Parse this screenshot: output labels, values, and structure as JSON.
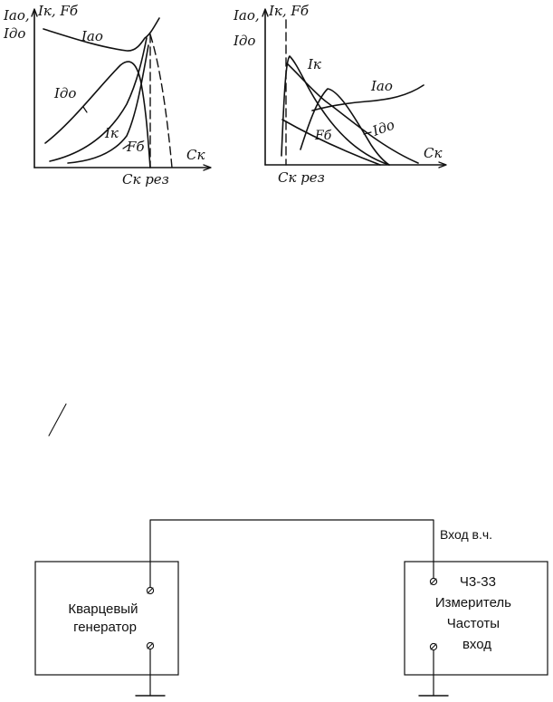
{
  "chart_left": {
    "y_label_1": "Iао,",
    "y_label_2": "Iдо",
    "y_label_3": "Iк, Fб",
    "x_label": "Cк",
    "x_marker_label": "Cк рез",
    "curve_labels": {
      "iao": "Iао",
      "ido": "Iдо",
      "ik": "Iк",
      "fb": "Fб"
    }
  },
  "chart_right": {
    "y_label_1": "Iао,",
    "y_label_2": "Iдо",
    "y_label_3": "Iк, Fб",
    "x_label": "Cк",
    "x_marker_label": "Cк рез",
    "curve_labels": {
      "iao": "Iао",
      "ido": "Iдо",
      "ik": "Iк",
      "fb": "Fб"
    }
  },
  "schematic": {
    "input_label": "Вход в.ч.",
    "generator_lines": [
      "Кварцевый",
      "генератор"
    ],
    "meter_lines": [
      "Ч3-33",
      "Измеритель",
      "Частоты",
      "вход"
    ]
  }
}
